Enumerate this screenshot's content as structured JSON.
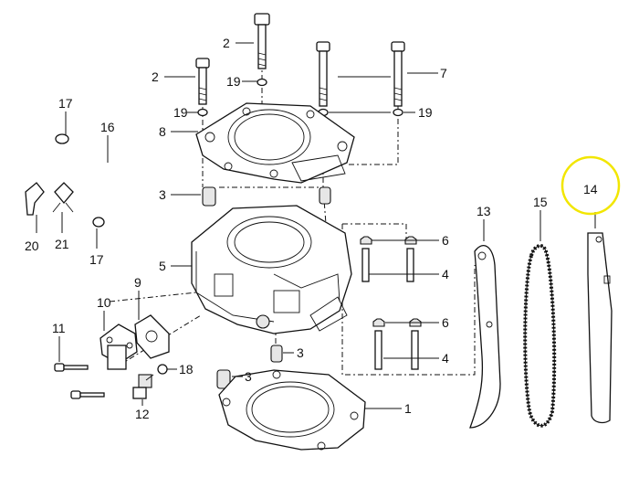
{
  "diagram": {
    "callouts": [
      "1",
      "2",
      "3",
      "4",
      "5",
      "6",
      "7",
      "8",
      "9",
      "10",
      "11",
      "12",
      "13",
      "14",
      "15",
      "16",
      "17",
      "18",
      "19",
      "20",
      "21"
    ],
    "highlight": {
      "label": "14",
      "color": "#f2e600"
    }
  }
}
